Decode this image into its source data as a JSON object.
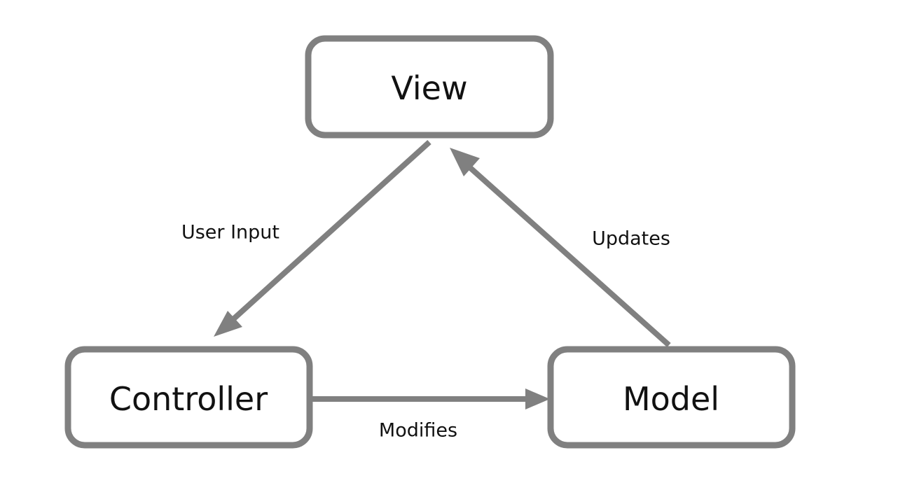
{
  "diagram": {
    "nodes": {
      "view": {
        "label": "View"
      },
      "controller": {
        "label": "Controller"
      },
      "model": {
        "label": "Model"
      }
    },
    "edges": {
      "user_input": {
        "label": "User Input",
        "from": "View",
        "to": "Controller"
      },
      "modifies": {
        "label": "Modifies",
        "from": "Controller",
        "to": "Model"
      },
      "updates": {
        "label": "Updates",
        "from": "Model",
        "to": "View"
      }
    },
    "colors": {
      "stroke": "#808080",
      "text": "#111111",
      "background": "#ffffff"
    }
  }
}
